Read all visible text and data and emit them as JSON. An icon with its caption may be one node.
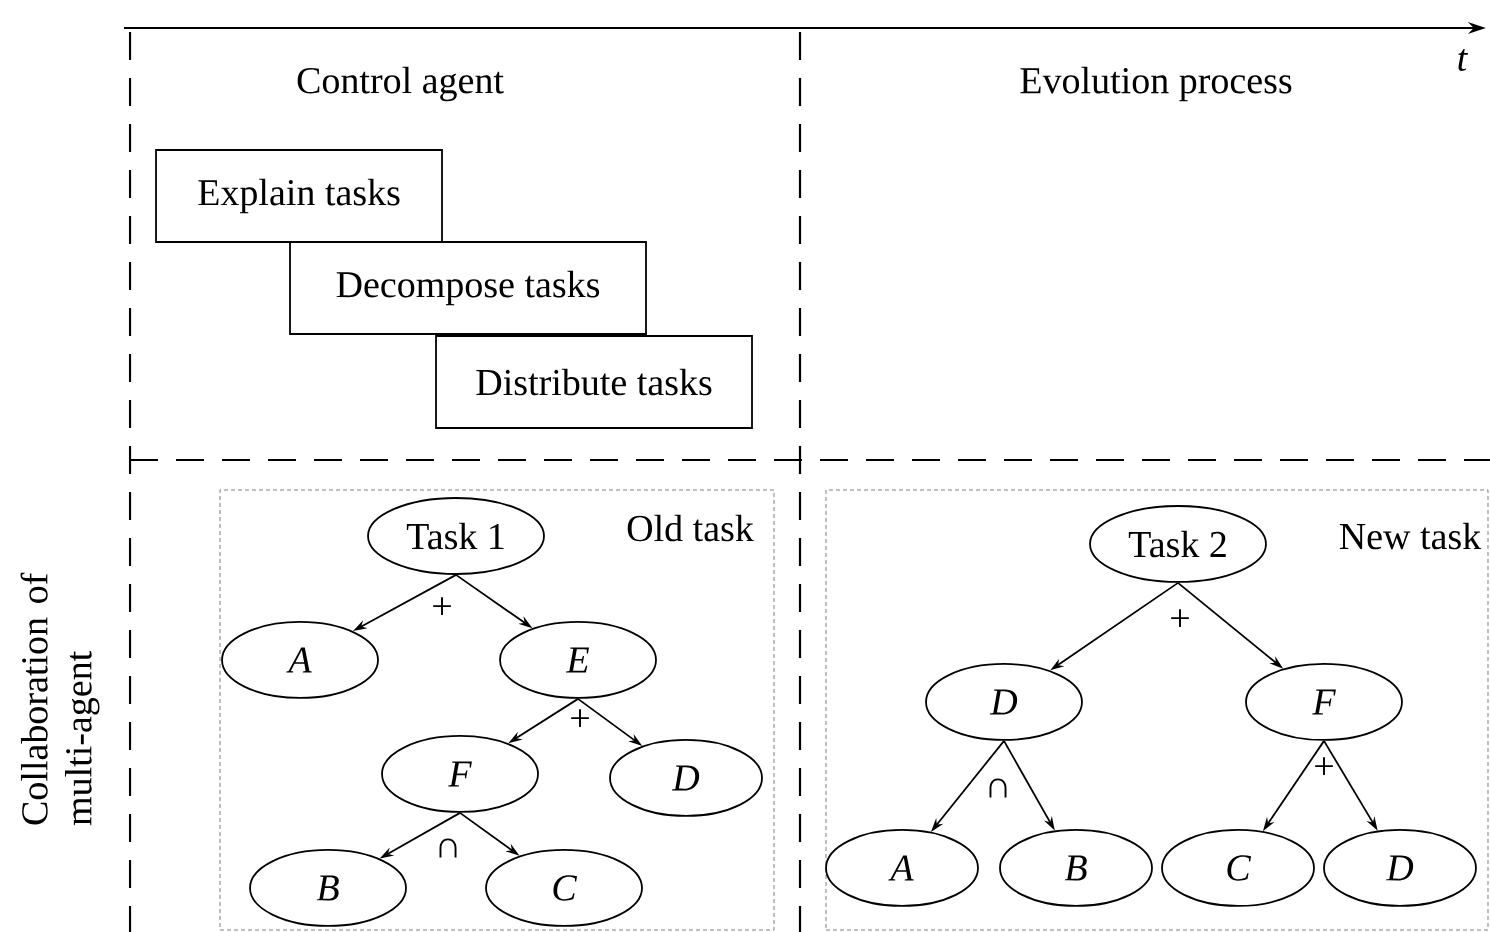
{
  "diagram": {
    "nodes": [
      {
        "text": [
          "Explain tasks"
        ]
      },
      {
        "text": [
          "Decompose tasks"
        ]
      },
      {
        "text": [
          "Distribute tasks"
        ]
      },
      {
        "text": [
          "Old task"
        ]
      },
      {
        "text": [
          "Task 1"
        ],
        "in": 3
      },
      {
        "text": [
          "A"
        ],
        "in": 3
      },
      {
        "text": [
          "E"
        ],
        "in": 3
      },
      {
        "text": [
          "F"
        ],
        "in": 3
      },
      {
        "text": [
          "D"
        ],
        "in": 3
      },
      {
        "text": [
          "B"
        ],
        "in": 3
      },
      {
        "text": [
          "C"
        ],
        "in": 3
      },
      {
        "text": [
          "New task"
        ]
      },
      {
        "text": [
          "Task 2"
        ],
        "in": 11
      },
      {
        "text": [
          "D"
        ],
        "in": 11
      },
      {
        "text": [
          "F"
        ],
        "in": 11
      },
      {
        "text": [
          "A"
        ],
        "in": 11
      },
      {
        "text": [
          "B"
        ],
        "in": 11
      },
      {
        "text": [
          "C"
        ],
        "in": 11
      },
      {
        "text": [
          "D"
        ],
        "in": 11
      }
    ],
    "edges": [
      {
        "from": 4,
        "to": 5,
        "arrow": "to"
      },
      {
        "from": 4,
        "to": 6,
        "arrow": "to"
      },
      {
        "from": 6,
        "to": 7,
        "arrow": "to"
      },
      {
        "from": 6,
        "to": 8,
        "arrow": "to"
      },
      {
        "from": 7,
        "to": 9,
        "arrow": "to"
      },
      {
        "from": 7,
        "to": 10,
        "arrow": "to"
      },
      {
        "from": 12,
        "to": 13,
        "arrow": "to"
      },
      {
        "from": 12,
        "to": 14,
        "arrow": "to"
      },
      {
        "from": 13,
        "to": 15,
        "arrow": "to"
      },
      {
        "from": 13,
        "to": 16,
        "arrow": "to"
      },
      {
        "from": 14,
        "to": 17,
        "arrow": "to"
      },
      {
        "from": 14,
        "to": 18,
        "arrow": "to"
      }
    ],
    "labels": [
      "t",
      "Control agent",
      "Evolution process",
      "Collaboration of multi-agent",
      "+",
      "+",
      "∩",
      "+",
      "∩",
      "+"
    ]
  }
}
